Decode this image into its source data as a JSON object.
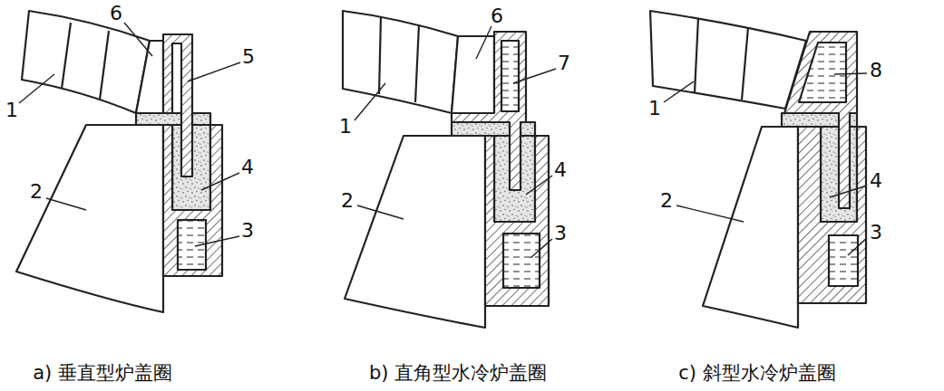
{
  "diagram": {
    "labels": [
      "6",
      "5",
      "1",
      "4",
      "2",
      "3",
      "6",
      "7",
      "1",
      "4",
      "2",
      "3",
      "8",
      "1",
      "4",
      "2",
      "3",
      "a) 垂直型炉盖圈",
      "b) 直角型水冷炉盖圈",
      "c) 斜型水冷炉盖圈"
    ]
  }
}
